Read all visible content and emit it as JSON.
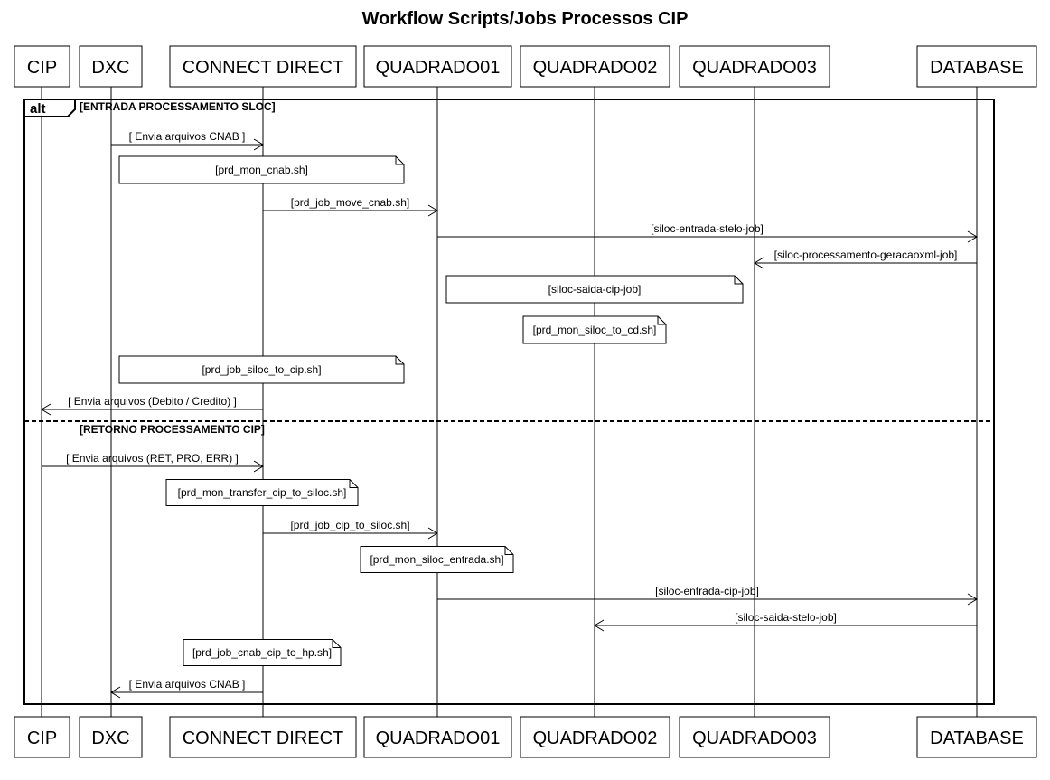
{
  "title": "Workflow Scripts/Jobs Processos CIP",
  "participants": [
    {
      "id": "cip",
      "label": "CIP"
    },
    {
      "id": "dxc",
      "label": "DXC"
    },
    {
      "id": "cd",
      "label": "CONNECT DIRECT"
    },
    {
      "id": "q1",
      "label": "QUADRADO01"
    },
    {
      "id": "q2",
      "label": "QUADRADO02"
    },
    {
      "id": "q3",
      "label": "QUADRADO03"
    },
    {
      "id": "db",
      "label": "DATABASE"
    }
  ],
  "fragment": {
    "kind": "alt",
    "sections": [
      {
        "guard": "[ENTRADA PROCESSAMENTO SLOC]"
      },
      {
        "guard": "[RETORNO PROCESSAMENTO CIP]"
      }
    ]
  },
  "steps": [
    {
      "type": "message",
      "from": "dxc",
      "to": "cd",
      "label": "[ Envia arquivos CNAB ]"
    },
    {
      "type": "note",
      "over": [
        "dxc",
        "cd"
      ],
      "label": "[prd_mon_cnab.sh]"
    },
    {
      "type": "message",
      "from": "cd",
      "to": "q1",
      "label": "[prd_job_move_cnab.sh]"
    },
    {
      "type": "message",
      "from": "q1",
      "to": "db",
      "label": "[siloc-entrada-stelo-job]"
    },
    {
      "type": "message",
      "from": "db",
      "to": "q3",
      "label": "[siloc-processamento-geracaoxml-job]"
    },
    {
      "type": "note",
      "over": [
        "q1",
        "q3"
      ],
      "label": "[siloc-saida-cip-job]"
    },
    {
      "type": "note",
      "over": [
        "q2"
      ],
      "label": "[prd_mon_siloc_to_cd.sh]"
    },
    {
      "type": "note",
      "over": [
        "dxc",
        "cd"
      ],
      "label": "[prd_job_siloc_to_cip.sh]"
    },
    {
      "type": "message",
      "from": "cd",
      "to": "cip",
      "label": "[ Envia arquivos (Debito / Credito) ]"
    },
    {
      "type": "message",
      "from": "cip",
      "to": "cd",
      "label": "[ Envia arquivos (RET, PRO, ERR) ]"
    },
    {
      "type": "note",
      "over": [
        "cd"
      ],
      "label": "[prd_mon_transfer_cip_to_siloc.sh]"
    },
    {
      "type": "message",
      "from": "cd",
      "to": "q1",
      "label": "[prd_job_cip_to_siloc.sh]"
    },
    {
      "type": "note",
      "over": [
        "q1"
      ],
      "label": "[prd_mon_siloc_entrada.sh]"
    },
    {
      "type": "message",
      "from": "q1",
      "to": "db",
      "label": "[siloc-entrada-cip-job]"
    },
    {
      "type": "message",
      "from": "db",
      "to": "q2",
      "label": "[siloc-saida-stelo-job]"
    },
    {
      "type": "note",
      "over": [
        "cd"
      ],
      "label": "[prd_job_cnab_cip_to_hp.sh]"
    },
    {
      "type": "message",
      "from": "cd",
      "to": "dxc",
      "label": "[ Envia arquivos CNAB ]"
    }
  ]
}
